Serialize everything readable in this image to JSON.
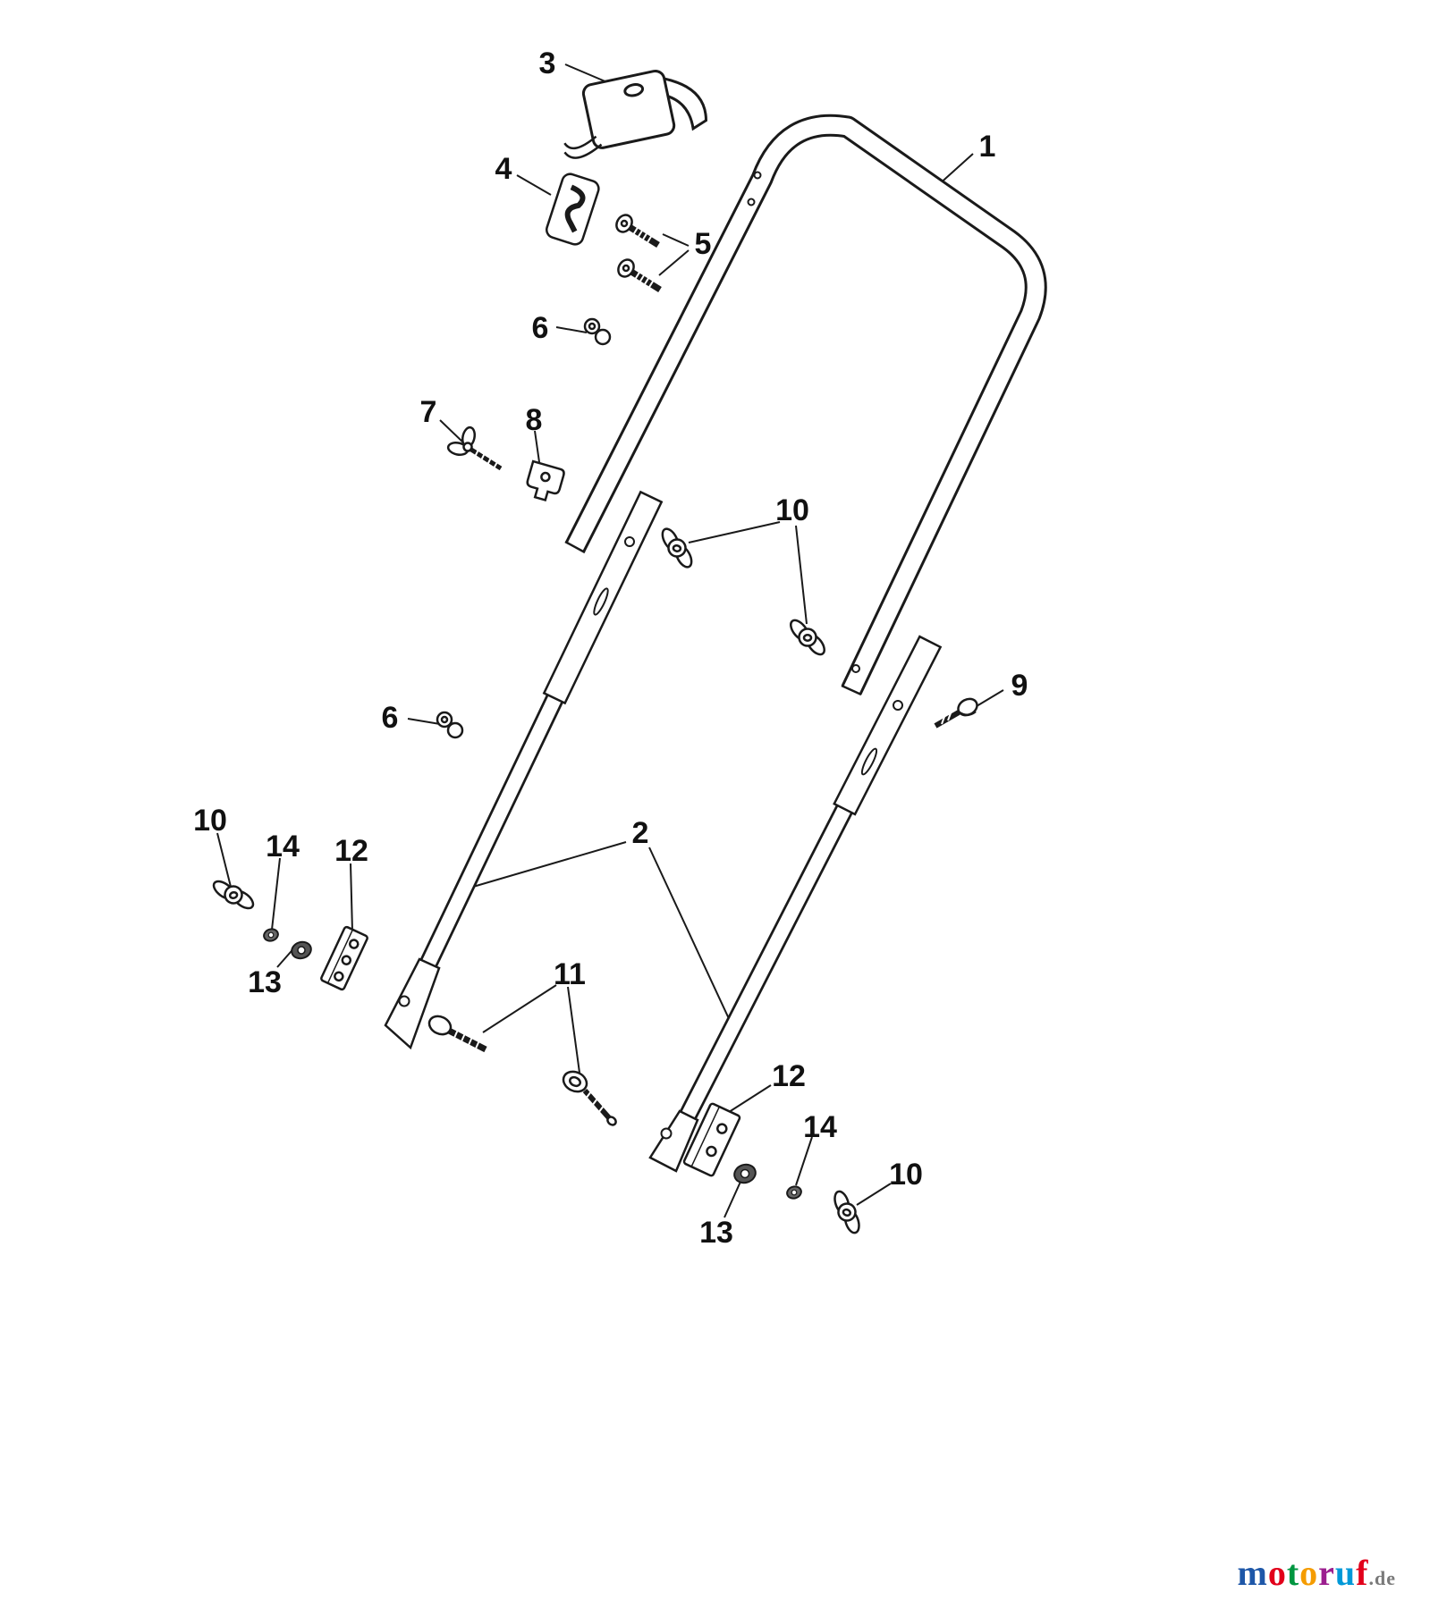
{
  "page": {
    "background": "#ffffff",
    "line_color": "#1a1a1a"
  },
  "diagram": {
    "callouts": [
      {
        "part": "3",
        "text": "3"
      },
      {
        "part": "4",
        "text": "4"
      },
      {
        "part": "5",
        "text": "5"
      },
      {
        "part": "6",
        "text": "6"
      },
      {
        "part": "1",
        "text": "1"
      },
      {
        "part": "7",
        "text": "7"
      },
      {
        "part": "8",
        "text": "8"
      },
      {
        "part": "10",
        "text": "10"
      },
      {
        "part": "9",
        "text": "9"
      },
      {
        "part": "6",
        "text": "6"
      },
      {
        "part": "10",
        "text": "10"
      },
      {
        "part": "14",
        "text": "14"
      },
      {
        "part": "12",
        "text": "12"
      },
      {
        "part": "2",
        "text": "2"
      },
      {
        "part": "13",
        "text": "13"
      },
      {
        "part": "11",
        "text": "11"
      },
      {
        "part": "12",
        "text": "12"
      },
      {
        "part": "14",
        "text": "14"
      },
      {
        "part": "10",
        "text": "10"
      },
      {
        "part": "13",
        "text": "13"
      }
    ]
  },
  "logo": {
    "letters": [
      {
        "ch": "m",
        "color": "#1e57a8"
      },
      {
        "ch": "o",
        "color": "#e2001a"
      },
      {
        "ch": "t",
        "color": "#009640"
      },
      {
        "ch": "o",
        "color": "#f59c00"
      },
      {
        "ch": "r",
        "color": "#9c1f8f"
      },
      {
        "ch": "u",
        "color": "#0099d8"
      },
      {
        "ch": "f",
        "color": "#e2001a"
      }
    ],
    "suffix": ".de",
    "suffix_color": "#7a7a7a"
  }
}
